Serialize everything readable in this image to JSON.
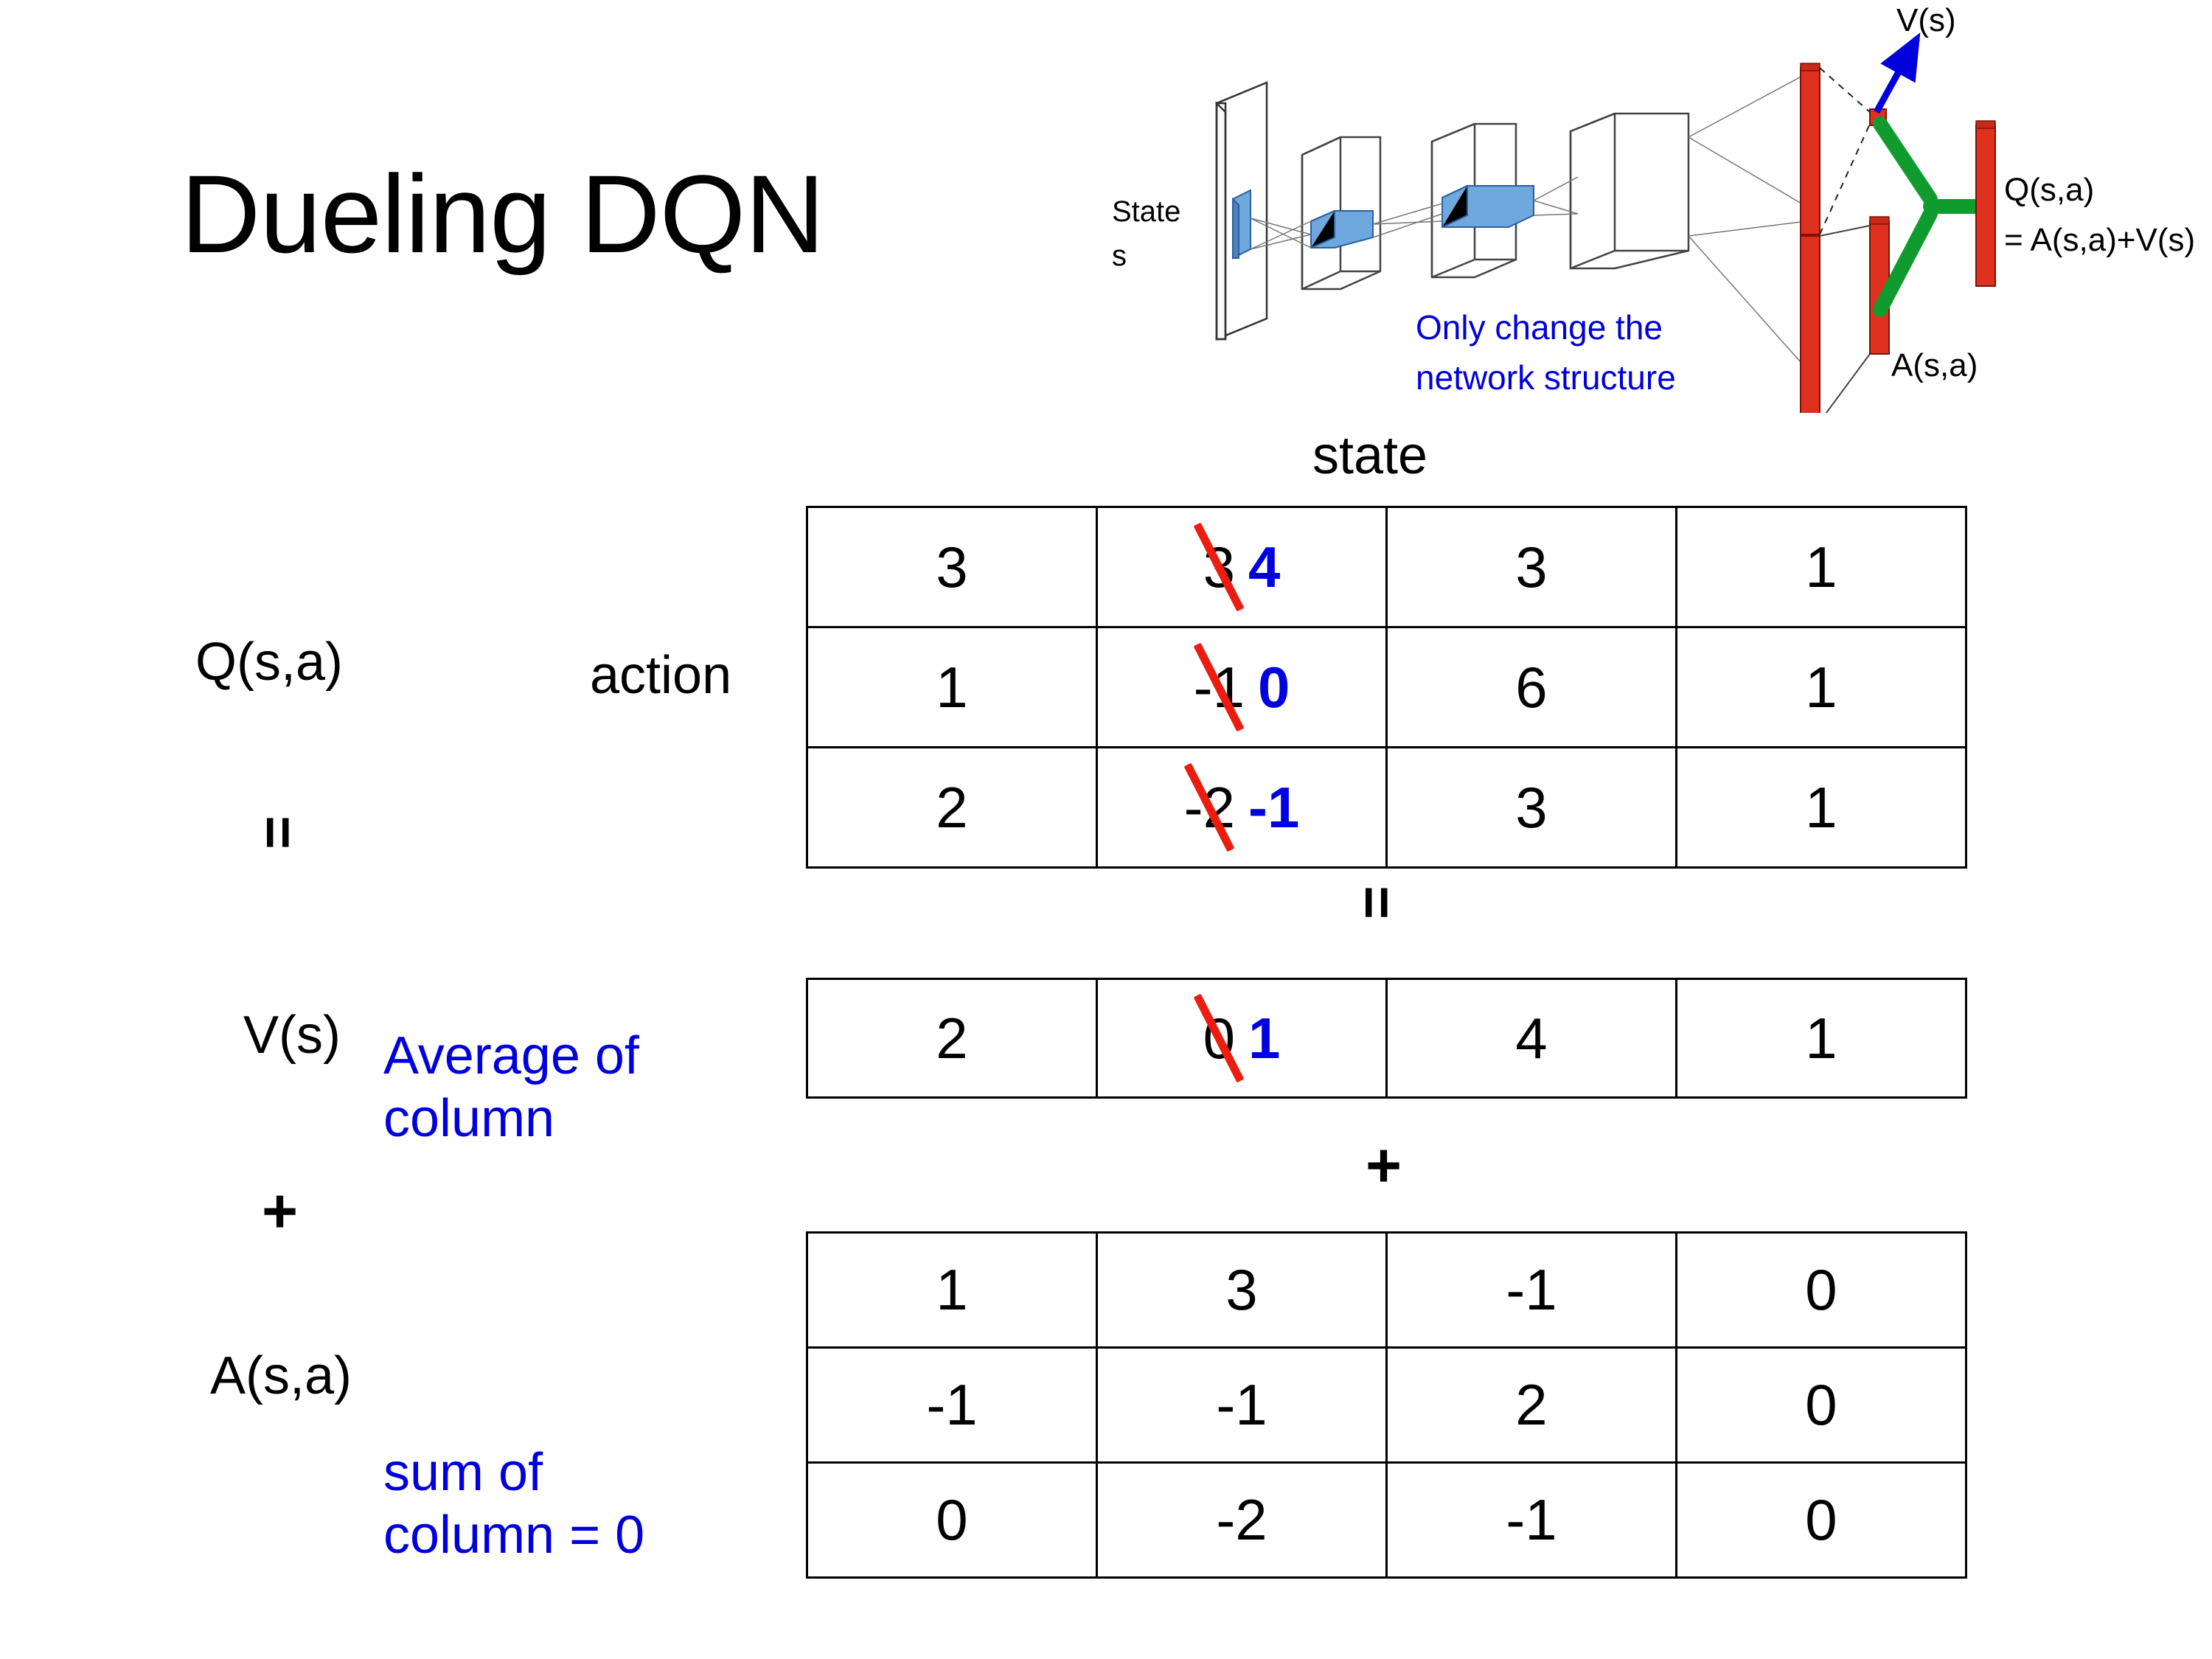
{
  "slide": {
    "title": "Dueling DQN"
  },
  "diagram": {
    "state_label_line1": "State",
    "state_label_line2": "s",
    "note": "Only change the\nnetwork structure",
    "note_line1": "Only change the",
    "note_line2": "network structure",
    "v_output": "V(s)",
    "a_output": "A(s,a)",
    "q_output_line1": "Q(s,a)",
    "q_output_line2": "= A(s,a)+V(s)",
    "colors": {
      "note": "#0000DD",
      "arrow": "#0000DD",
      "bar": "#E03020",
      "merge": "#0F9B2E",
      "slab": "#6FA8DC"
    }
  },
  "labels": {
    "state_axis": "state",
    "action_axis": "action",
    "q_name": "Q(s,a)",
    "v_name": "V(s)",
    "a_name": "A(s,a)",
    "equals_left": "=",
    "equals_mid": "=",
    "plus_left": "+",
    "plus_mid": "+"
  },
  "annotations": {
    "average_line1": "Average of",
    "average_line2": "column",
    "sum_line1": "sum of",
    "sum_line2": "column = 0"
  },
  "colors": {
    "edit_new": "#0000E0",
    "strike": "#ED1C10",
    "note_blue": "#0000DD",
    "text": "#000000",
    "border": "#000000"
  },
  "chart_data": {
    "type": "table",
    "title": "Dueling DQN",
    "xlabel": "state",
    "ylabel": "action",
    "tables": [
      {
        "name": "Q(s,a)",
        "rows": 3,
        "cols": 4,
        "values": [
          [
            "3",
            "3",
            "3",
            "1"
          ],
          [
            "1",
            "-1",
            "6",
            "1"
          ],
          [
            "2",
            "-2",
            "3",
            "1"
          ]
        ],
        "edits": [
          {
            "row": 0,
            "col": 1,
            "old": "3",
            "new": "4"
          },
          {
            "row": 1,
            "col": 1,
            "old": "-1",
            "new": "0"
          },
          {
            "row": 2,
            "col": 1,
            "old": "-2",
            "new": "-1"
          }
        ]
      },
      {
        "name": "V(s)",
        "rows": 1,
        "cols": 4,
        "values": [
          [
            "2",
            "0",
            "4",
            "1"
          ]
        ],
        "edits": [
          {
            "row": 0,
            "col": 1,
            "old": "0",
            "new": "1"
          }
        ]
      },
      {
        "name": "A(s,a)",
        "rows": 3,
        "cols": 4,
        "values": [
          [
            "1",
            "3",
            "-1",
            "0"
          ],
          [
            "-1",
            "-1",
            "2",
            "0"
          ],
          [
            "0",
            "-2",
            "-1",
            "0"
          ]
        ],
        "edits": []
      }
    ]
  }
}
